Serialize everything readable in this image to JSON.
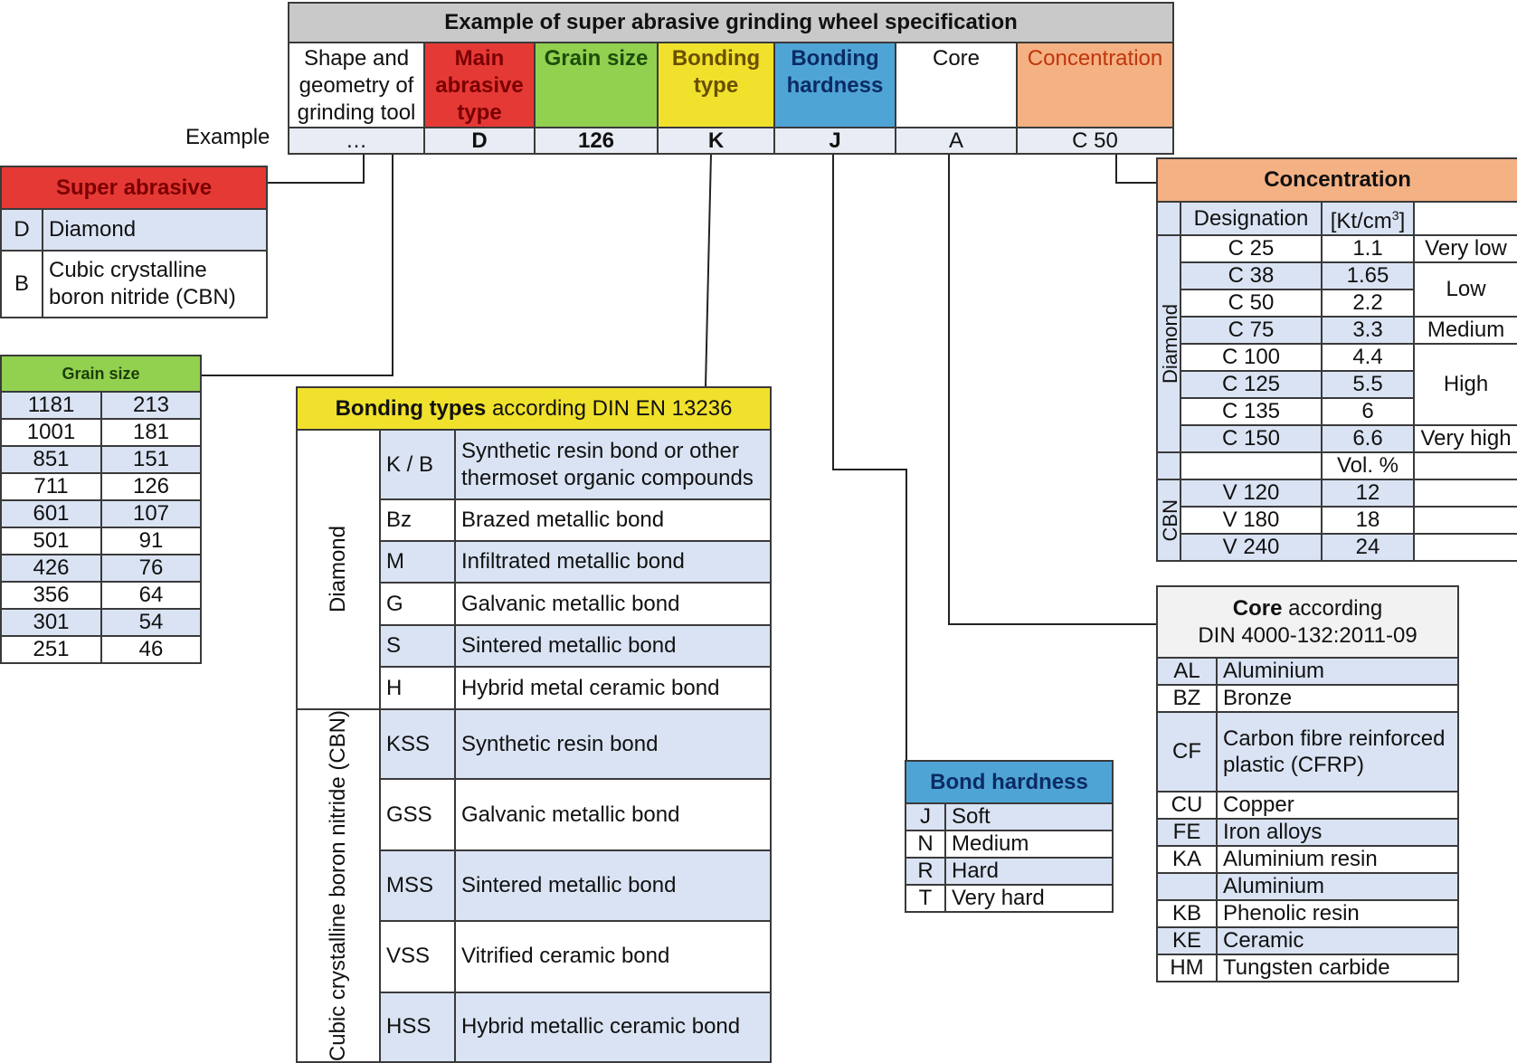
{
  "spec": {
    "title": "Example of super abrasive grinding wheel specification",
    "example_label": "Example",
    "columns": [
      {
        "label": "Shape and geometry of grinding tool",
        "example": "…",
        "color": "#ffffff"
      },
      {
        "label": "Main abrasive type",
        "example": "D",
        "color": "#e53935"
      },
      {
        "label": "Grain size",
        "example": "126",
        "color": "#92d050"
      },
      {
        "label": "Bonding type",
        "example": "K",
        "color": "#f0e12c"
      },
      {
        "label": "Bonding hardness",
        "example": "J",
        "color": "#4fa4d6"
      },
      {
        "label": "Core",
        "example": "A",
        "color": "#ffffff"
      },
      {
        "label": "Concentration",
        "example": "C 50",
        "color": "#f4b183"
      }
    ]
  },
  "super_abrasive": {
    "title": "Super abrasive",
    "rows": [
      {
        "code": "D",
        "name": "Diamond"
      },
      {
        "code": "B",
        "name": "Cubic crystalline boron nitride (CBN)"
      }
    ]
  },
  "grain_size": {
    "title": "Grain size",
    "rows": [
      [
        "1181",
        "213"
      ],
      [
        "1001",
        "181"
      ],
      [
        "851",
        "151"
      ],
      [
        "711",
        "126"
      ],
      [
        "601",
        "107"
      ],
      [
        "501",
        "91"
      ],
      [
        "426",
        "76"
      ],
      [
        "356",
        "64"
      ],
      [
        "301",
        "54"
      ],
      [
        "251",
        "46"
      ]
    ]
  },
  "bonding_types": {
    "title_bold": "Bonding types",
    "title_rest": "according DIN EN 13236",
    "groups": [
      {
        "name": "Diamond",
        "rows": [
          {
            "code": "K / B",
            "desc": "Synthetic resin bond or other thermoset organic compounds"
          },
          {
            "code": "Bz",
            "desc": "Brazed metallic bond"
          },
          {
            "code": "M",
            "desc": "Infiltrated metallic bond"
          },
          {
            "code": "G",
            "desc": "Galvanic metallic bond"
          },
          {
            "code": "S",
            "desc": "Sintered metallic bond"
          },
          {
            "code": "H",
            "desc": "Hybrid metal ceramic bond"
          }
        ]
      },
      {
        "name": "Cubic crystalline boron nitride (CBN)",
        "rows": [
          {
            "code": "KSS",
            "desc": "Synthetic resin bond"
          },
          {
            "code": "GSS",
            "desc": "Galvanic metallic bond"
          },
          {
            "code": "MSS",
            "desc": "Sintered metallic bond"
          },
          {
            "code": "VSS",
            "desc": "Vitrified ceramic bond"
          },
          {
            "code": "HSS",
            "desc": "Hybrid metallic ceramic bond"
          }
        ]
      }
    ]
  },
  "bond_hardness": {
    "title": "Bond hardness",
    "rows": [
      {
        "code": "J",
        "name": "Soft"
      },
      {
        "code": "N",
        "name": "Medium"
      },
      {
        "code": "R",
        "name": "Hard"
      },
      {
        "code": "T",
        "name": "Very hard"
      }
    ]
  },
  "concentration": {
    "title": "Concentration",
    "col_designation": "Designation",
    "col_unit": "[Kt/cm",
    "col_unit_sup": "3",
    "col_unit_end": "]",
    "diamond_label": "Diamond",
    "cbn_label": "CBN",
    "vol_label": "Vol. %",
    "diamond_rows": [
      {
        "d": "C 25",
        "v": "1.1"
      },
      {
        "d": "C 38",
        "v": "1.65"
      },
      {
        "d": "C 50",
        "v": "2.2"
      },
      {
        "d": "C 75",
        "v": "3.3"
      },
      {
        "d": "C 100",
        "v": "4.4"
      },
      {
        "d": "C 125",
        "v": "5.5"
      },
      {
        "d": "C 135",
        "v": "6"
      },
      {
        "d": "C 150",
        "v": "6.6"
      }
    ],
    "levels": [
      "Very low",
      "Low",
      "Medium",
      "High",
      "Very high"
    ],
    "cbn_rows": [
      {
        "d": "V 120",
        "v": "12"
      },
      {
        "d": "V 180",
        "v": "18"
      },
      {
        "d": "V 240",
        "v": "24"
      }
    ]
  },
  "core": {
    "title_bold": "Core",
    "title_rest": "according",
    "title_line2": "DIN 4000-132:2011-09",
    "rows": [
      {
        "code": "AL",
        "name": "Aluminium"
      },
      {
        "code": "BZ",
        "name": "Bronze"
      },
      {
        "code": "CF",
        "name": "Carbon fibre reinforced plastic (CFRP)"
      },
      {
        "code": "CU",
        "name": "Copper"
      },
      {
        "code": "FE",
        "name": "Iron alloys"
      },
      {
        "code": "KA",
        "name": "Aluminium  resin"
      },
      {
        "code": "",
        "name": "Aluminium"
      },
      {
        "code": "KB",
        "name": "Phenolic resin"
      },
      {
        "code": "KE",
        "name": "Ceramic"
      },
      {
        "code": "HM",
        "name": "Tungsten carbide"
      }
    ]
  }
}
